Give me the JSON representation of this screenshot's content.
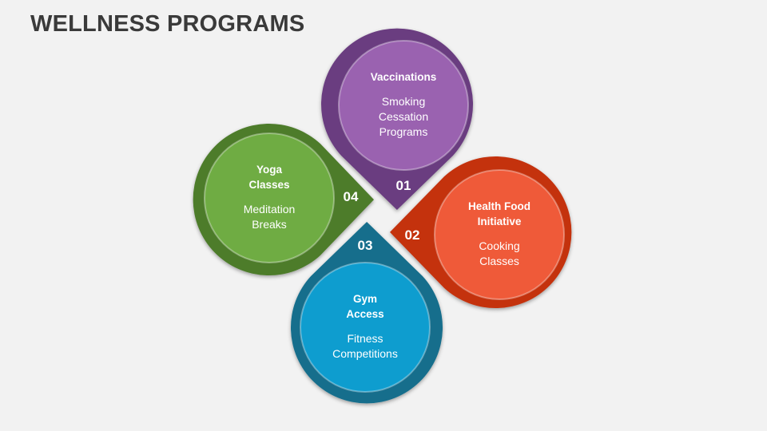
{
  "title": "WELLNESS PROGRAMS",
  "petals": [
    {
      "number": "01",
      "title_lines": [
        "Vaccinations"
      ],
      "sub_lines": [
        "Smoking",
        "Cessation",
        "Programs"
      ],
      "outer_color": "#6b3d80",
      "inner_color": "#9a62b0"
    },
    {
      "number": "02",
      "title_lines": [
        "Health Food",
        "Initiative"
      ],
      "sub_lines": [
        "Cooking",
        "Classes"
      ],
      "outer_color": "#c4310d",
      "inner_color": "#ef5a39"
    },
    {
      "number": "03",
      "title_lines": [
        "Gym",
        "Access"
      ],
      "sub_lines": [
        "Fitness",
        "Competitions"
      ],
      "outer_color": "#136e8c",
      "inner_color": "#0e9dcf"
    },
    {
      "number": "04",
      "title_lines": [
        "Yoga",
        "Classes"
      ],
      "sub_lines": [
        "Meditation",
        "Breaks"
      ],
      "outer_color": "#4d7b2c",
      "inner_color": "#6fac43"
    }
  ]
}
